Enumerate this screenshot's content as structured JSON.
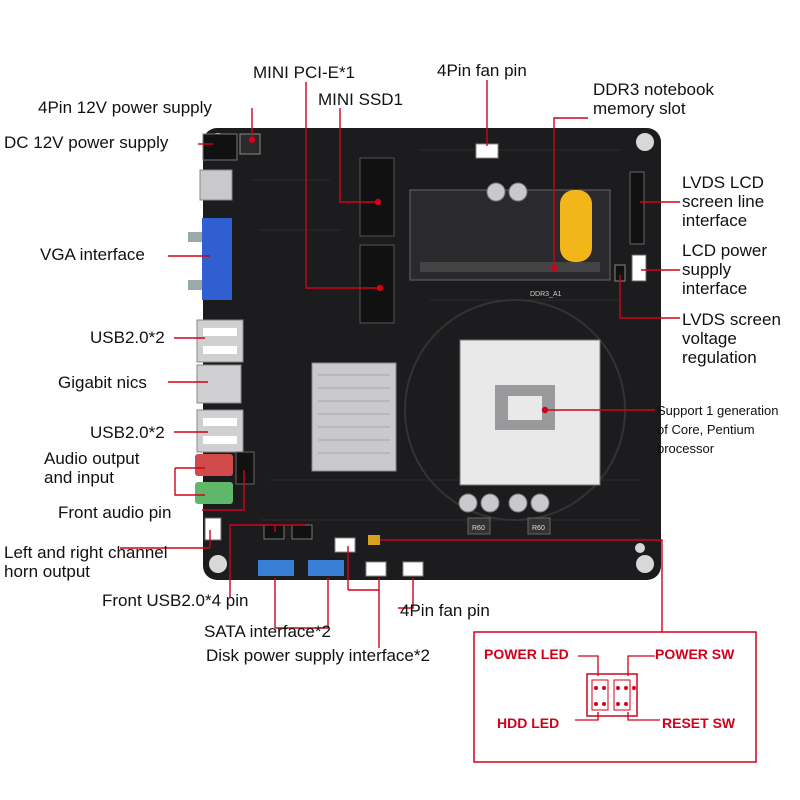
{
  "labels": {
    "mini_pcie": "MINI PCI-E*1",
    "fan_pin_top": "4Pin fan pin",
    "ddr3": "DDR3 notebook memory slot",
    "ddr3_l1": "DDR3 notebook",
    "ddr3_l2": "memory slot",
    "mini_ssd": "MINI SSD1",
    "power_12v_4pin": "4Pin 12V power supply",
    "dc_12v": "DC 12V power supply",
    "lvds_l1": "LVDS LCD",
    "lvds_l2": "screen line",
    "lvds_l3": "interface",
    "vga": "VGA interface",
    "lcd_power_l1": "LCD power",
    "lcd_power_l2": "supply",
    "lcd_power_l3": "interface",
    "usb_top": "USB2.0*2",
    "lvds_volt_l1": "LVDS screen",
    "lvds_volt_l2": "voltage",
    "lvds_volt_l3": "regulation",
    "gigabit": "Gigabit nics",
    "cpu_l1": "Support 1 generation",
    "cpu_l2": "of Core, Pentium",
    "cpu_l3": "processor",
    "usb_mid": "USB2.0*2",
    "audio_l1": "Audio output",
    "audio_l2": "and input",
    "front_audio": "Front audio pin",
    "horn_l1": "Left and right channel",
    "horn_l2": "horn output",
    "front_usb": "Front USB2.0*4 pin",
    "fan_pin_bottom": "4Pin fan pin",
    "sata": "SATA interface*2",
    "disk_power": "Disk power supply interface*2"
  },
  "panel": {
    "power_led": "POWER LED",
    "power_sw": "POWER SW",
    "hdd_led": "HDD LED",
    "reset_sw": "RESET SW"
  },
  "board_markings": {
    "ddr3_a1": "DDR3_A1",
    "r60a": "R60",
    "r60b": "R60"
  },
  "colors": {
    "board": "#1c1c1e",
    "accent_red": "#d0021b",
    "vga_blue": "#2f5fd0",
    "battery_yellow": "#f2b51a",
    "audio_red": "#d24a4a",
    "audio_green": "#5fb86a",
    "sata_blue": "#3a7fd6",
    "heatsink": "#c9c9cc"
  }
}
